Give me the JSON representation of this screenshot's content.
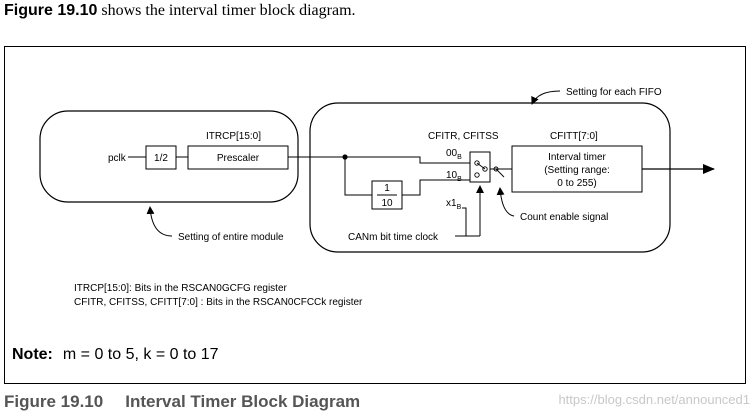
{
  "intro": {
    "figure_ref": "Figure 19.10",
    "text": " shows the interval timer block diagram."
  },
  "diagram": {
    "pclk": "pclk",
    "div_half": "1/2",
    "prescaler": "Prescaler",
    "itrcp": "ITRCP[15:0]",
    "cfitr_cfitss": "CFITR, CFITSS",
    "cfitt": "CFITT[7:0]",
    "setting_fifo": "Setting for each FIFO",
    "setting_module": "Setting of entire module",
    "interval_timer": [
      "Interval timer",
      "(Setting range:",
      "0 to 255)"
    ],
    "tenth_num": "1",
    "tenth_den": "10",
    "sel_00": "00",
    "sel_10": "10",
    "sel_x1": "x1",
    "sub_b": "B",
    "count_enable": "Count enable signal",
    "can_clock": "CANm bit time clock",
    "reg_note_1": "ITRCP[15:0]: Bits in the RSCAN0GCFG register",
    "reg_note_2": "CFITR, CFITSS, CFITT[7:0] : Bits in the RSCAN0CFCCk register"
  },
  "note": {
    "label": "Note:",
    "text": "m = 0 to 5, k = 0 to 17"
  },
  "caption": {
    "number": "Figure 19.10",
    "title": "Interval Timer Block Diagram"
  },
  "watermark": "https://blog.csdn.net/announced1"
}
